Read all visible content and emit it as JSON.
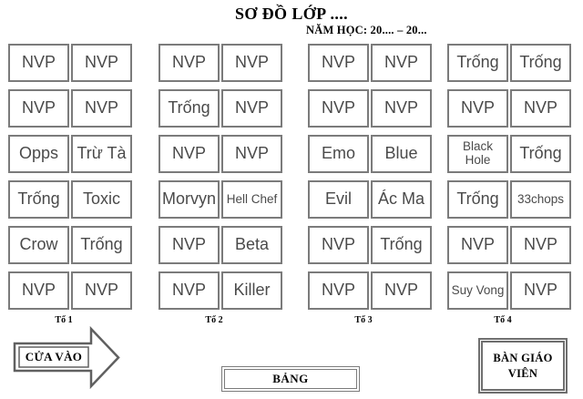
{
  "header": {
    "title": "SƠ ĐỒ LỚP ....",
    "subtitle": "NĂM HỌC: 20.... – 20..."
  },
  "groups": [
    {
      "label": "Tổ 1",
      "rows": [
        [
          "NVP",
          "NVP"
        ],
        [
          "NVP",
          "NVP"
        ],
        [
          "Opps",
          "Trừ Tà"
        ],
        [
          "Trống",
          "Toxic"
        ],
        [
          "Crow",
          "Trống"
        ],
        [
          "NVP",
          "NVP"
        ]
      ]
    },
    {
      "label": "Tổ 2",
      "rows": [
        [
          "NVP",
          "NVP"
        ],
        [
          "Trống",
          "NVP"
        ],
        [
          "NVP",
          "NVP"
        ],
        [
          "Morvyn",
          "Hell Chef"
        ],
        [
          "NVP",
          "Beta"
        ],
        [
          "NVP",
          "Killer"
        ]
      ]
    },
    {
      "label": "Tổ 3",
      "rows": [
        [
          "NVP",
          "NVP"
        ],
        [
          "NVP",
          "NVP"
        ],
        [
          "Emo",
          "Blue"
        ],
        [
          "Evil",
          "Ác Ma"
        ],
        [
          "NVP",
          "Trống"
        ],
        [
          "NVP",
          "NVP"
        ]
      ]
    },
    {
      "label": "Tổ 4",
      "rows": [
        [
          "Trống",
          "Trống"
        ],
        [
          "NVP",
          "NVP"
        ],
        [
          "Black Hole",
          "Trống"
        ],
        [
          "Trống",
          "33chops"
        ],
        [
          "NVP",
          "NVP"
        ],
        [
          "Suy Vong",
          "NVP"
        ]
      ]
    }
  ],
  "footer": {
    "entrance_label": "CỬA VÀO",
    "board_label": "BẢNG",
    "teacher_desk_label": "BÀN GIÁO VIÊN"
  },
  "colors": {
    "cell_border": "#7b7b7b",
    "seat_text": "#4a4a4a",
    "heading_text": "#000000",
    "arrow_stroke": "#606060"
  }
}
